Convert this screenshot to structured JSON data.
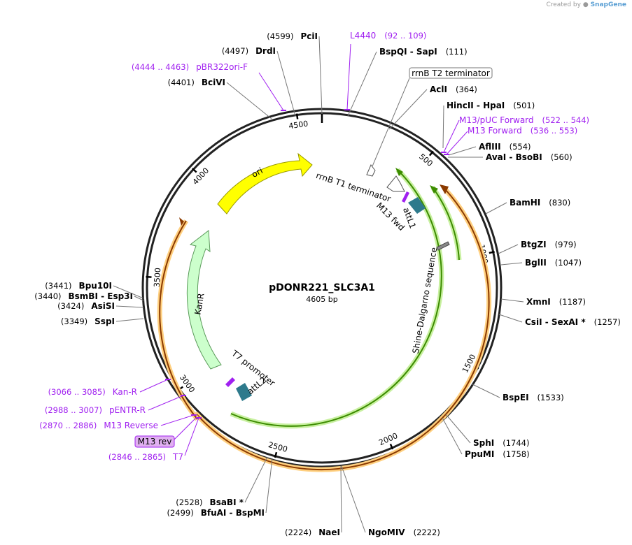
{
  "credit": {
    "prefix": "Created by",
    "brand": "SnapGene"
  },
  "plasmid": {
    "name": "pDONR221_SLC3A1",
    "size_label": "4605 bp",
    "length": 4605
  },
  "ticks": [
    {
      "pos": 500,
      "label": "500"
    },
    {
      "pos": 1000,
      "label": "1000"
    },
    {
      "pos": 1500,
      "label": "1500"
    },
    {
      "pos": 2000,
      "label": "2000"
    },
    {
      "pos": 2500,
      "label": "2500"
    },
    {
      "pos": 3000,
      "label": "3000"
    },
    {
      "pos": 3500,
      "label": "3500"
    },
    {
      "pos": 4000,
      "label": "4000"
    },
    {
      "pos": 4500,
      "label": "4500"
    }
  ],
  "sites": [
    {
      "pos": 4599,
      "name": "PciI",
      "num": "(4599)"
    },
    {
      "pos": 4497,
      "name": "DrdI",
      "num": "(4497)"
    },
    {
      "pos": 4401,
      "name": "BciVI",
      "num": "(4401)"
    },
    {
      "pos": 111,
      "name": "BspQI  -  SapI",
      "num": "(111)"
    },
    {
      "pos": 364,
      "name": "AclI",
      "num": "(364)"
    },
    {
      "pos": 501,
      "name": "HincII  -  HpaI",
      "num": "(501)"
    },
    {
      "pos": 554,
      "name": "AflIII",
      "num": "(554)"
    },
    {
      "pos": 560,
      "name": "AvaI  -  BsoBI",
      "num": "(560)"
    },
    {
      "pos": 830,
      "name": "BamHI",
      "num": "(830)"
    },
    {
      "pos": 979,
      "name": "BtgZI",
      "num": "(979)"
    },
    {
      "pos": 1047,
      "name": "BglII",
      "num": "(1047)"
    },
    {
      "pos": 1187,
      "name": "XmnI",
      "num": "(1187)"
    },
    {
      "pos": 1257,
      "name": "CsiI  -  SexAI *",
      "num": "(1257)"
    },
    {
      "pos": 1533,
      "name": "BspEI",
      "num": "(1533)"
    },
    {
      "pos": 1744,
      "name": "SphI",
      "num": "(1744)"
    },
    {
      "pos": 1758,
      "name": "PpuMI",
      "num": "(1758)"
    },
    {
      "pos": 2222,
      "name": "NgoMIV",
      "num": "(2222)"
    },
    {
      "pos": 2224,
      "name": "NaeI",
      "num": "(2224)"
    },
    {
      "pos": 2499,
      "name": "BfuAI  -  BspMI",
      "num": "(2499)"
    },
    {
      "pos": 2528,
      "name": "BsaBI *",
      "num": "(2528)"
    },
    {
      "pos": 3349,
      "name": "SspI",
      "num": "(3349)"
    },
    {
      "pos": 3424,
      "name": "AsiSI",
      "num": "(3424)"
    },
    {
      "pos": 3440,
      "name": "BsmBI  -  Esp3I",
      "num": "(3440)"
    },
    {
      "pos": 3441,
      "name": "Bpu10I",
      "num": "(3441)"
    }
  ],
  "primers": [
    {
      "pos": 100,
      "name": "L4440",
      "range": "(92 .. 109)"
    },
    {
      "pos": 4453,
      "name": "pBR322ori-F",
      "range": "(4444 .. 4463)"
    },
    {
      "pos": 533,
      "name": "M13/pUC Forward",
      "range": "(522 .. 544)"
    },
    {
      "pos": 545,
      "name": "M13 Forward",
      "range": "(536 .. 553)"
    },
    {
      "pos": 3075,
      "name": "Kan-R",
      "range": "(3066 .. 3085)"
    },
    {
      "pos": 2997,
      "name": "pENTR-R",
      "range": "(2988 .. 3007)"
    },
    {
      "pos": 2878,
      "name": "M13 Reverse",
      "range": "(2870 .. 2886)"
    },
    {
      "pos": 2855,
      "name": "T7",
      "range": "(2846 .. 2865)"
    }
  ],
  "boxed_labels": {
    "rrnb_t2": "rrnB T2 terminator",
    "m13_rev": "M13 rev"
  },
  "features": {
    "ori": "ori",
    "kanr": "KanR",
    "rrnb_t1": "rrnB T1 terminator",
    "m13_fwd": "M13 fwd",
    "attl1": "attL1",
    "attl2": "attL2",
    "t7_promoter": "T7 promoter",
    "shine": "Shine-Dalgarno sequence"
  },
  "colors": {
    "ori": "#ffff00",
    "kanr": "#ccffcc",
    "green_line": "#3c8c00",
    "green_glow": "#c8f0a0",
    "orange_line": "#8b3a00",
    "orange_glow": "#ffd080",
    "teal": "#2e7a8c",
    "purple": "#a020f0"
  }
}
